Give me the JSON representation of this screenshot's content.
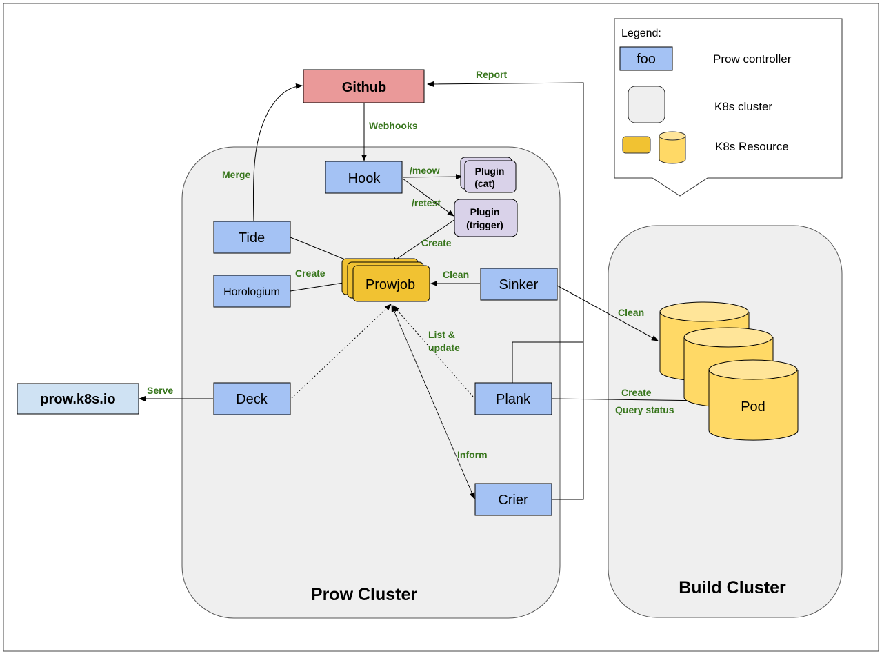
{
  "legend": {
    "title": "Legend:",
    "foo_label": "foo",
    "items": [
      {
        "label": "Prow controller"
      },
      {
        "label": "K8s cluster"
      },
      {
        "label": "K8s Resource"
      }
    ]
  },
  "clusters": {
    "prow": "Prow Cluster",
    "build": "Build Cluster"
  },
  "nodes": {
    "github": "Github",
    "hook": "Hook",
    "plugin_cat_1": "Plugin",
    "plugin_cat_2": "(cat)",
    "plugin_trigger_1": "Plugin",
    "plugin_trigger_2": "(trigger)",
    "tide": "Tide",
    "horologium": "Horologium",
    "prowjob": "Prowjob",
    "sinker": "Sinker",
    "deck": "Deck",
    "plank": "Plank",
    "crier": "Crier",
    "prow_site": "prow.k8s.io",
    "pod": "Pod"
  },
  "edges": {
    "report": "Report",
    "webhooks": "Webhooks",
    "merge": "Merge",
    "meow": "/meow",
    "retest": "/retest",
    "create_trigger": "Create",
    "create_horologium": "Create",
    "clean_sinker": "Clean",
    "clean_pod": "Clean",
    "list_update_1": "List &",
    "list_update_2": "update",
    "serve": "Serve",
    "create_pod": "Create",
    "query_status": "Query status",
    "inform": "Inform"
  },
  "colors": {
    "controller": "#a4c2f4",
    "github": "#ea9999",
    "plugin": "#d9d2e9",
    "prowjob": "#f1c232",
    "resource": "#ffd966",
    "cluster": "#efefef",
    "site": "#cfe2f3",
    "edge_label": "#38761d"
  }
}
